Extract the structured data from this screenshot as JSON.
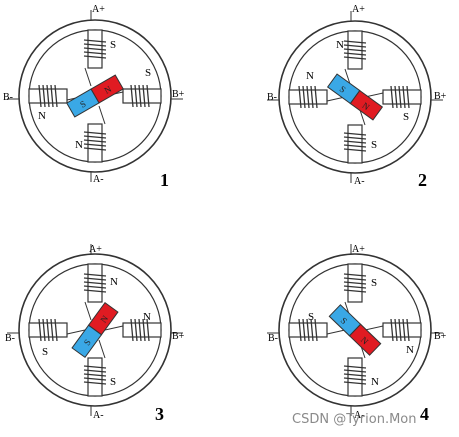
{
  "diagrams": [
    {
      "number": "1",
      "label_top": "A+",
      "label_bottom": "A-",
      "label_left": "B-",
      "label_right": "B+",
      "pole_top": "S",
      "pole_bottom": "N",
      "pole_left": "N",
      "pole_right": "S",
      "magnet_n": "N",
      "magnet_s": "S"
    },
    {
      "number": "2",
      "label_top": "A+",
      "label_bottom": "A-",
      "label_left": "B-",
      "label_right": "B+",
      "pole_top": "N",
      "pole_bottom": "S",
      "pole_left": "N",
      "pole_right": "S",
      "magnet_n": "N",
      "magnet_s": "S"
    },
    {
      "number": "3",
      "label_top": "A+",
      "label_bottom": "A-",
      "label_left": "B-",
      "label_right": "B+",
      "pole_top": "N",
      "pole_bottom": "S",
      "pole_left": "S",
      "pole_right": "N",
      "magnet_n": "N",
      "magnet_s": "S"
    },
    {
      "number": "4",
      "label_top": "A+",
      "label_bottom": "A-",
      "label_left": "B-",
      "label_right": "B+",
      "pole_top": "S",
      "pole_bottom": "N",
      "pole_left": "S",
      "pole_right": "N",
      "magnet_n": "N",
      "magnet_s": "S"
    }
  ],
  "watermark": "CSDN @Tyrion.Mon",
  "colors": {
    "magnet_n": "#e01b22",
    "magnet_s": "#3aa8e6",
    "line": "#333333"
  }
}
